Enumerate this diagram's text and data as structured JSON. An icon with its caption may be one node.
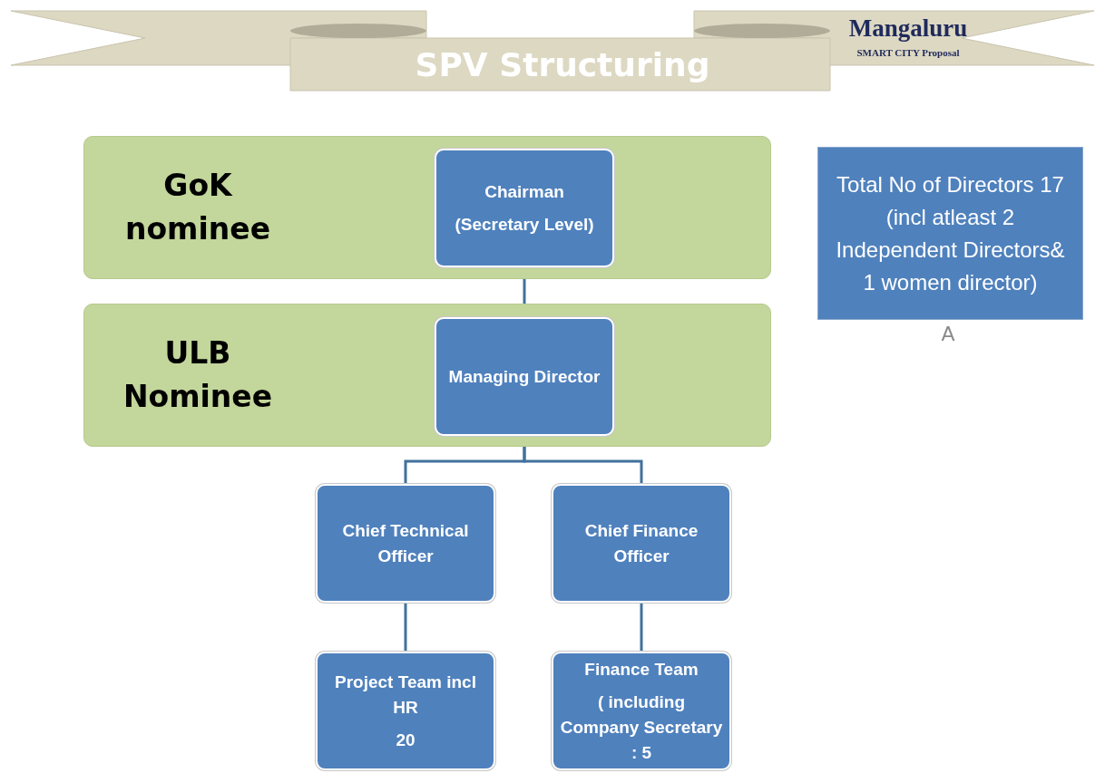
{
  "diagram": {
    "title": "SPV Structuring",
    "nodes": [
      {
        "text": [
          "GoK nominee"
        ]
      },
      {
        "text": [
          "Chairman",
          "(Secretary Level)"
        ],
        "in": 0
      },
      {
        "text": [
          "ULB Nominee"
        ]
      },
      {
        "text": [
          "Managing Director"
        ],
        "in": 2
      },
      {
        "text": [
          "Chief Technical Officer"
        ]
      },
      {
        "text": [
          "Chief Finance Officer"
        ]
      },
      {
        "text": [
          "Project Team incl HR",
          "20"
        ]
      },
      {
        "text": [
          "Finance Team",
          "( including Company Secretary : 5"
        ]
      },
      {
        "text": [
          "Total No of Directors 17 (incl atleast 2 Independent Directors& 1 women director)"
        ]
      }
    ],
    "edges": [
      {
        "from": 1,
        "to": 3,
        "arrow": "none"
      },
      {
        "from": 3,
        "to": 4,
        "arrow": "none"
      },
      {
        "from": 3,
        "to": 5,
        "arrow": "none"
      },
      {
        "from": 4,
        "to": 6,
        "arrow": "none"
      },
      {
        "from": 5,
        "to": 7,
        "arrow": "none"
      }
    ],
    "labels": [
      "Mangaluru",
      "SMART CITY Proposal",
      "A"
    ]
  }
}
